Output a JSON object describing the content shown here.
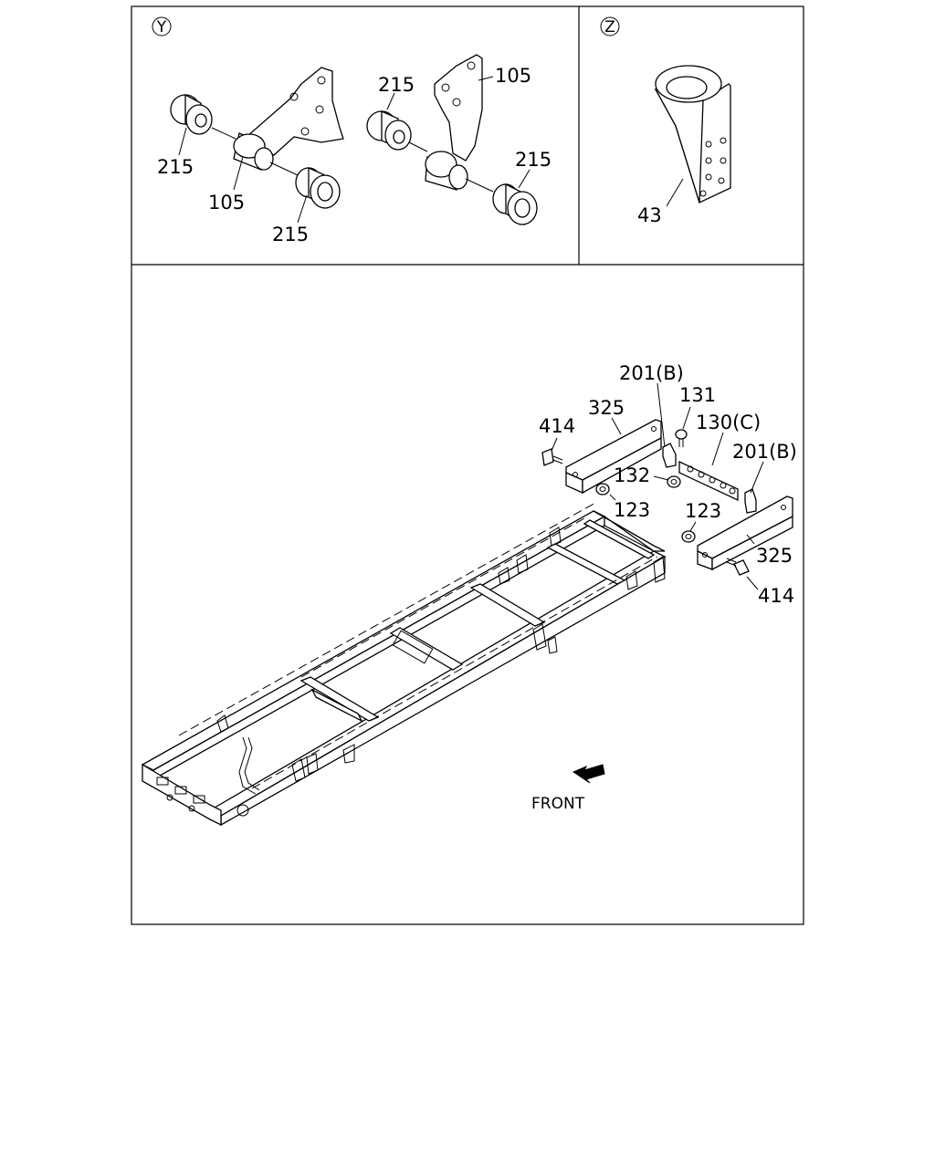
{
  "panels": {
    "y": {
      "label": "Y"
    },
    "z": {
      "label": "Z"
    }
  },
  "callouts": {
    "y_left_215_top": "215",
    "y_left_215_bottom": "215",
    "y_left_105": "105",
    "y_right_215_top": "215",
    "y_right_105": "105",
    "y_right_215_side": "215",
    "z_43": "43",
    "m_201b_top": "201(B)",
    "m_131": "131",
    "m_325_left": "325",
    "m_130c": "130(C)",
    "m_414_left": "414",
    "m_201b_right": "201(B)",
    "m_132": "132",
    "m_123_left": "123",
    "m_123_right": "123",
    "m_325_right": "325",
    "m_414_right": "414"
  },
  "front_label": "FRONT"
}
